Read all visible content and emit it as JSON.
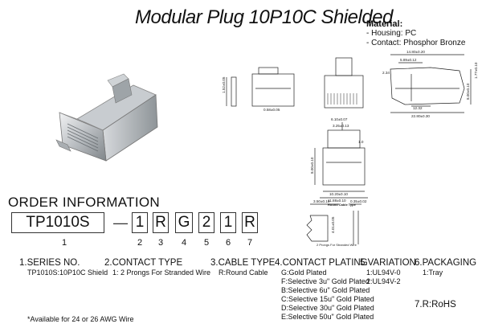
{
  "title": "Modular Plug 10P10C Shielded",
  "material": {
    "heading": "Material:",
    "items": [
      "- Housing: PC",
      "- Contact: Phosphor Bronze"
    ]
  },
  "order_heading": "ORDER INFORMATION",
  "code_boxes": [
    "TP1010S",
    "1",
    "R",
    "G",
    "2",
    "1",
    "R"
  ],
  "code_dash": "—",
  "indices": [
    "1",
    "2",
    "3",
    "4",
    "5",
    "6",
    "7"
  ],
  "series": {
    "heading": "1.SERIES NO.",
    "lines": [
      "TP1010S:10P10C Shield"
    ]
  },
  "contact_type": {
    "heading": "2.CONTACT TYPE",
    "lines": [
      "1: 2 Prongs For Stranded Wire"
    ]
  },
  "cable_type": {
    "heading": "3.CABLE TYPE",
    "lines": [
      "R:Round Cable"
    ]
  },
  "contact_plating": {
    "heading": "4.CONTACT PLATING",
    "lines": [
      "G:Gold Plated",
      "F:Selective 3u\" Gold Plated",
      "B:Selective 6u\" Gold Plated",
      "C:Selective 15u\" Gold Plated",
      "D:Selective 30u\" Gold Plated",
      "E:Selective 50u\" Gold Plated"
    ]
  },
  "variation": {
    "heading": "5.VARIATION",
    "lines": [
      "1:UL94V-0",
      "2:UL94V-2"
    ]
  },
  "packaging": {
    "heading": "6.PACKAGING",
    "lines": [
      "1:Tray"
    ]
  },
  "rohs": {
    "heading": "7.R:RoHS"
  },
  "footnote": "*Available for 24 or 26 AWG Wire",
  "drawing": {
    "dims": [
      "14.80±0.20",
      "5.89±0.12",
      "2.34",
      "1.77±0.10",
      "8.00±0.10",
      "12.32",
      "22.80±0.30",
      "6.10±0.07",
      "3.25±0.13",
      "1.0",
      "0.58±0.05",
      "10.20±0.10",
      "11.88±0.10",
      "3.50±0.10",
      "0.35±0.02",
      "1.52±0.05",
      "4.01±0.05",
      "8.00±0.10"
    ],
    "round_cable_label": "Round Cable Type",
    "prongs_label": "2 Prongs For Stranded Wire"
  }
}
